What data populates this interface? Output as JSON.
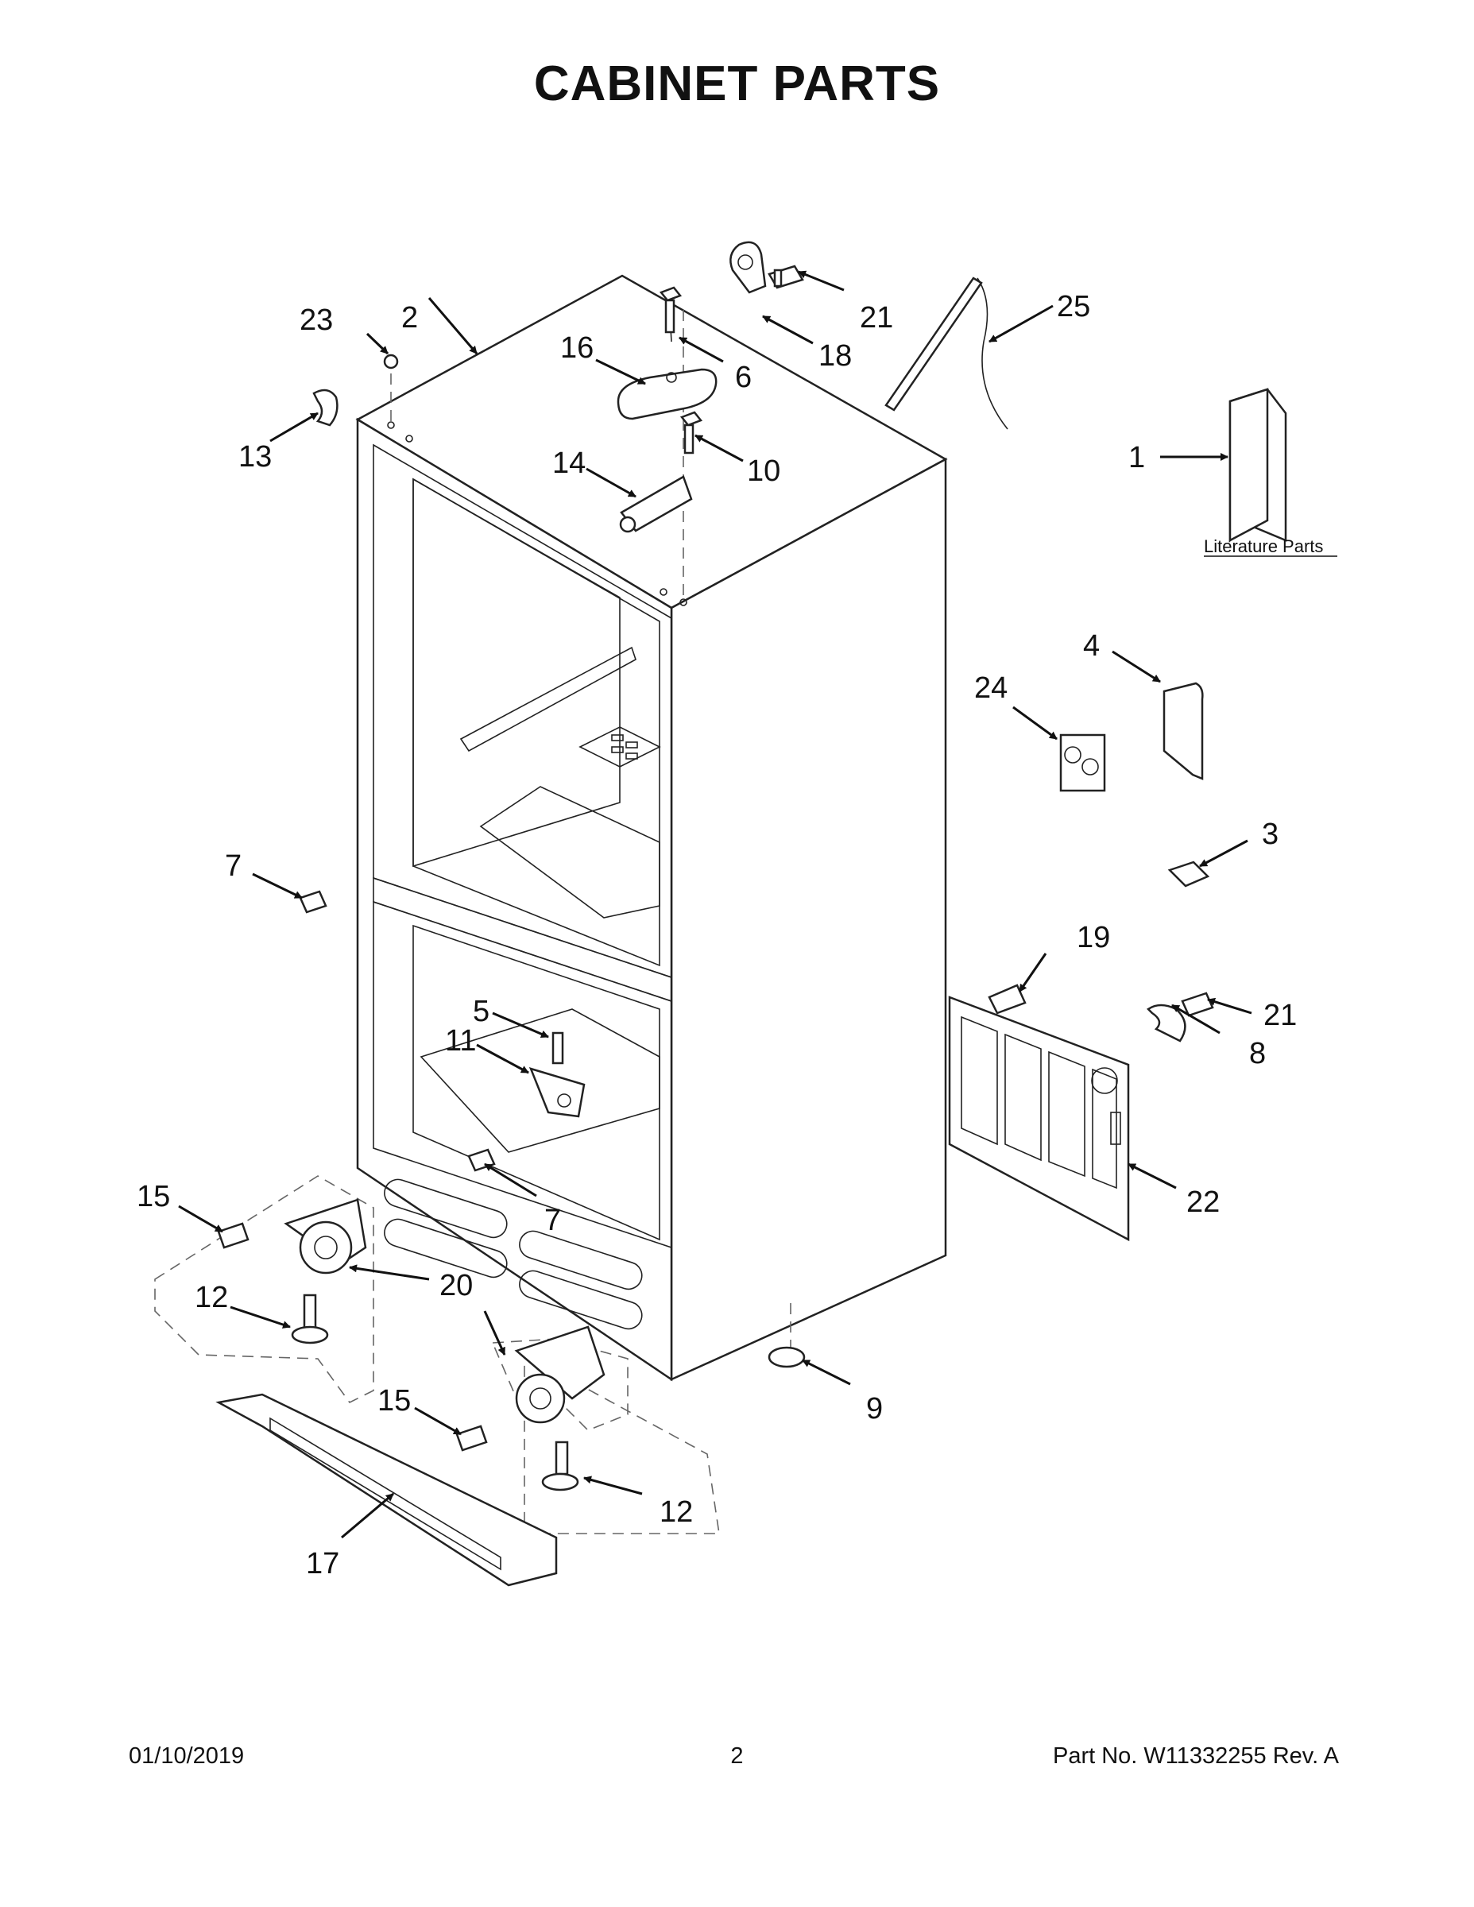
{
  "page": {
    "title": "CABINET PARTS",
    "footer_date": "01/10/2019",
    "footer_page": "2",
    "footer_part": "Part No.  W11332255  Rev.  A"
  },
  "literature_label": "Literature Parts",
  "callouts": [
    {
      "id": "c1",
      "label": "1"
    },
    {
      "id": "c2",
      "label": "2"
    },
    {
      "id": "c3",
      "label": "3"
    },
    {
      "id": "c4",
      "label": "4"
    },
    {
      "id": "c5",
      "label": "5"
    },
    {
      "id": "c6",
      "label": "6"
    },
    {
      "id": "c7a",
      "label": "7"
    },
    {
      "id": "c7b",
      "label": "7"
    },
    {
      "id": "c8",
      "label": "8"
    },
    {
      "id": "c9",
      "label": "9"
    },
    {
      "id": "c10",
      "label": "10"
    },
    {
      "id": "c11",
      "label": "11"
    },
    {
      "id": "c12a",
      "label": "12"
    },
    {
      "id": "c12b",
      "label": "12"
    },
    {
      "id": "c13",
      "label": "13"
    },
    {
      "id": "c14",
      "label": "14"
    },
    {
      "id": "c15a",
      "label": "15"
    },
    {
      "id": "c15b",
      "label": "15"
    },
    {
      "id": "c16",
      "label": "16"
    },
    {
      "id": "c17",
      "label": "17"
    },
    {
      "id": "c18",
      "label": "18"
    },
    {
      "id": "c19",
      "label": "19"
    },
    {
      "id": "c20",
      "label": "20"
    },
    {
      "id": "c21a",
      "label": "21"
    },
    {
      "id": "c21b",
      "label": "21"
    },
    {
      "id": "c22",
      "label": "22"
    },
    {
      "id": "c23",
      "label": "23"
    },
    {
      "id": "c24",
      "label": "24"
    },
    {
      "id": "c25",
      "label": "25"
    }
  ]
}
